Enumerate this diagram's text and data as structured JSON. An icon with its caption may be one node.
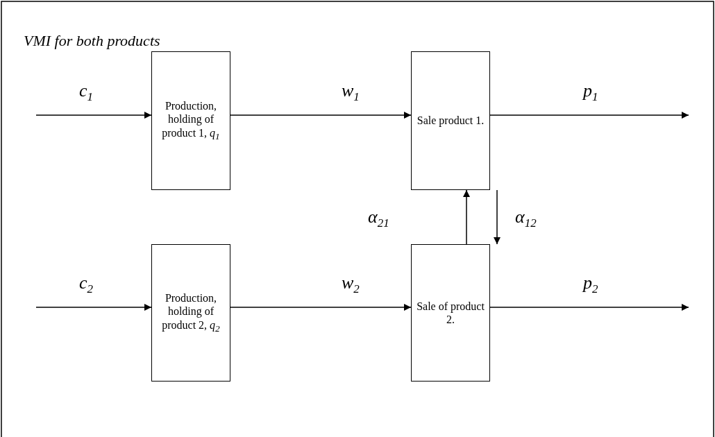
{
  "diagram": {
    "title": "VMI for both products",
    "nodes": [
      {
        "text": [
          "Production, holding of product 1, *q*$_{1}$"
        ]
      },
      {
        "text": [
          "Sale product 1."
        ]
      },
      {
        "text": [
          "Production, holding of product 2, *q*$_{2}$"
        ]
      },
      {
        "text": [
          "Sale of product 2."
        ]
      }
    ],
    "edges": [
      {
        "from": null,
        "to": 0,
        "arrow": "to",
        "label": "c$_{1}$"
      },
      {
        "from": 0,
        "to": 1,
        "arrow": "to",
        "label": "w$_{1}$"
      },
      {
        "from": 1,
        "to": null,
        "arrow": "to",
        "label": "p$_{1}$"
      },
      {
        "from": 3,
        "to": 1,
        "arrow": "to",
        "label": "α$_{21}$"
      },
      {
        "from": 1,
        "to": 3,
        "arrow": "to",
        "label": "α$_{12}$"
      },
      {
        "from": null,
        "to": 2,
        "arrow": "to",
        "label": "c$_{2}$"
      },
      {
        "from": 2,
        "to": 3,
        "arrow": "to",
        "label": "w$_{2}$"
      },
      {
        "from": 3,
        "to": null,
        "arrow": "to",
        "label": "p$_{2}$"
      }
    ]
  }
}
